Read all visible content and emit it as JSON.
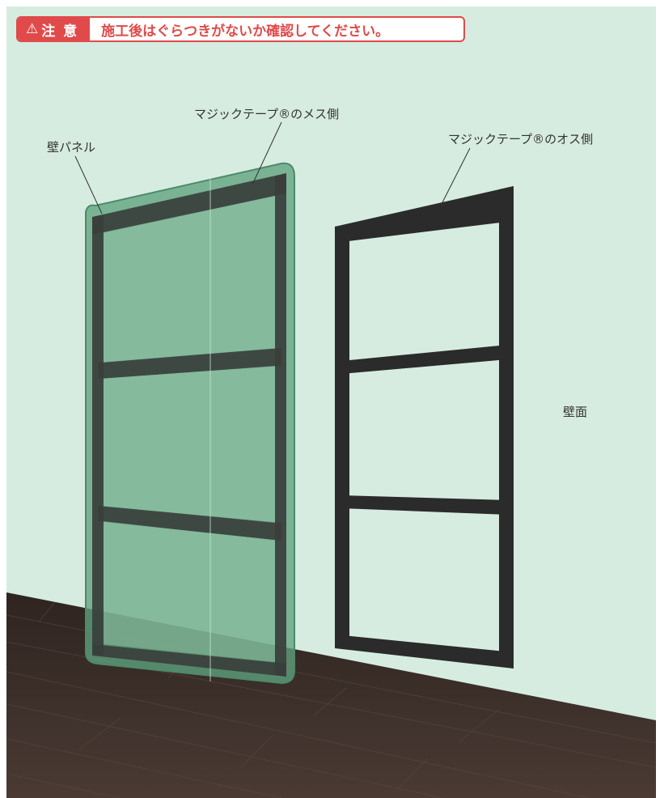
{
  "caution": {
    "icon": "warning-triangle-icon",
    "tag_label": "注 意",
    "message": "施工後はぐらつきがないか確認してください。",
    "color": "#e04a4a"
  },
  "labels": {
    "panel": "壁パネル",
    "velcro_female": "マジックテープ®のメス側",
    "velcro_male": "マジックテープ®のオス側",
    "wall_surface": "壁面"
  },
  "colors": {
    "wall": "#d6ece0",
    "floor": "#3a2c27",
    "panel_green": "#5fa37f",
    "tape_dark": "#2b2b2b"
  }
}
